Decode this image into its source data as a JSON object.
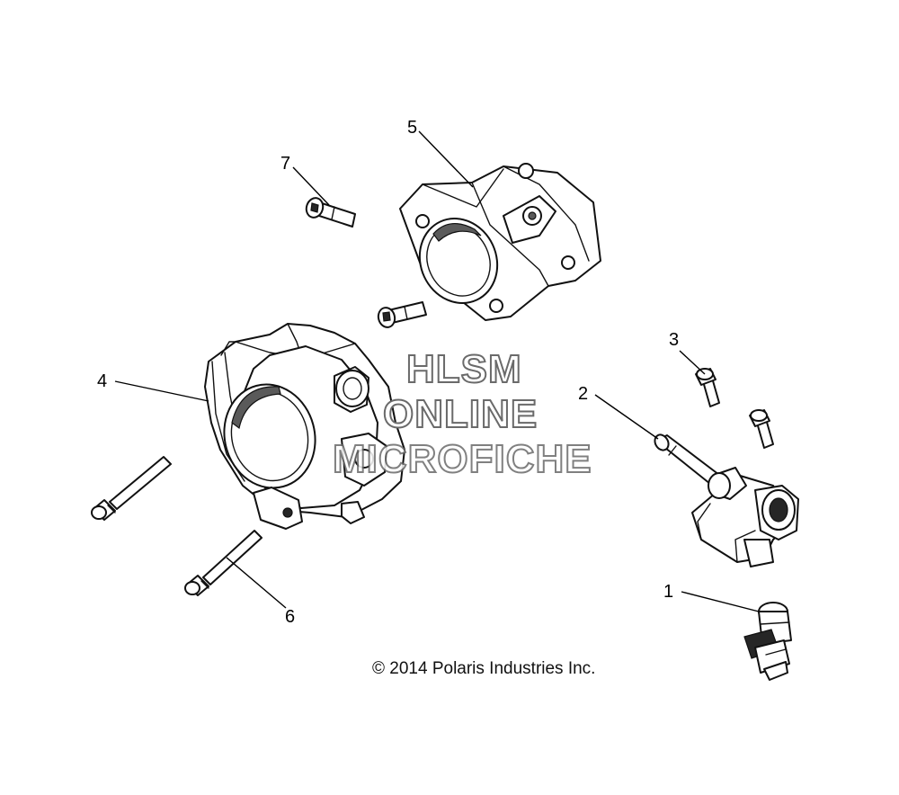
{
  "callouts": [
    "1",
    "2",
    "3",
    "4",
    "5",
    "6",
    "7"
  ],
  "watermark": {
    "line1": "HLSM",
    "line2": "ONLINE",
    "line3": "MICROFICHE"
  },
  "copyright": "© 2014 Polaris Industries Inc."
}
